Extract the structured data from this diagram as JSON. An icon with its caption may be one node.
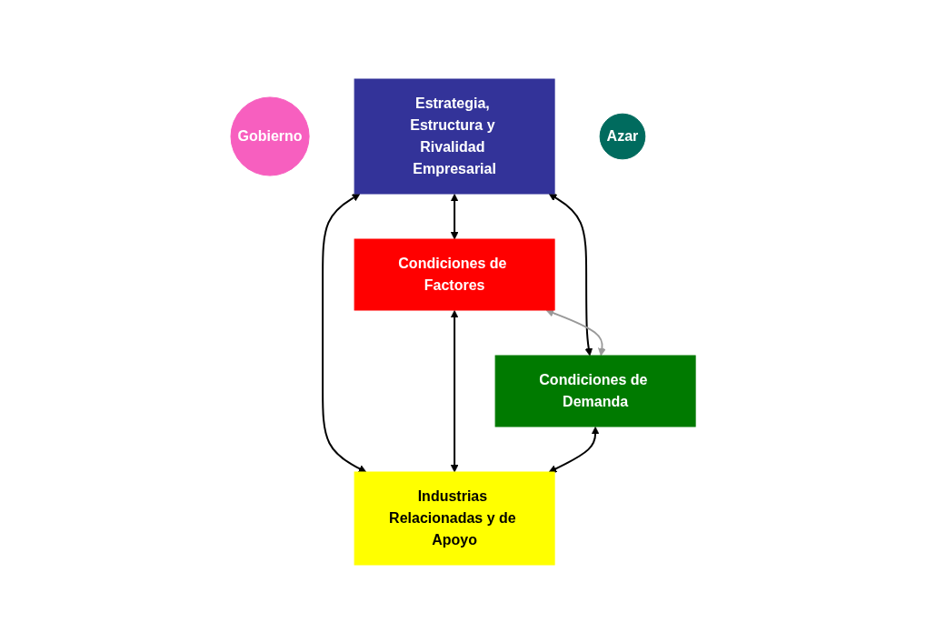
{
  "diagram": {
    "nodes": [
      {
        "text": [
          "Gobierno"
        ]
      },
      {
        "text": [
          "Estrategia, Estructura y Rivalidad Empresarial"
        ]
      },
      {
        "text": [
          "Condiciones de Factores"
        ]
      },
      {
        "text": [
          "Condiciones de Demanda"
        ]
      },
      {
        "text": [
          "Industrias Relacionadas y de Apoyo"
        ]
      },
      {
        "text": [
          "Azar"
        ]
      }
    ],
    "edges": [
      {
        "from": 1,
        "to": 2,
        "arrow": "both"
      },
      {
        "from": 1,
        "to": 3,
        "arrow": "both"
      },
      {
        "from": 1,
        "to": 4,
        "arrow": "both"
      },
      {
        "from": 2,
        "to": 3,
        "arrow": "both",
        "color": "#999999"
      },
      {
        "from": 2,
        "to": 4,
        "arrow": "both"
      },
      {
        "from": 3,
        "to": 4,
        "arrow": "both"
      }
    ]
  }
}
